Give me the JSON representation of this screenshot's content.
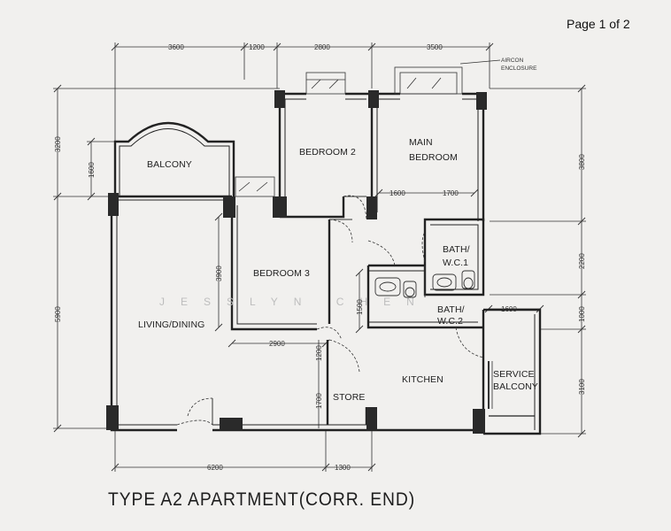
{
  "page": {
    "number": "Page 1 of 2"
  },
  "title": "TYPE  A2 APARTMENT(CORR. END)",
  "watermark": "JESSLYN CHEN",
  "aircon_note": [
    "AIRCON",
    "ENCLOSURE"
  ],
  "rooms": {
    "balcony": "BALCONY",
    "bedroom2": "BEDROOM 2",
    "main_bedroom": [
      "MAIN",
      "BEDROOM"
    ],
    "bedroom3": "BEDROOM 3",
    "living_dining": "LIVING/DINING",
    "bath1": [
      "BATH/",
      "W.C.1"
    ],
    "bath2": [
      "BATH/",
      "W.C.2"
    ],
    "store": "STORE",
    "kitchen": "KITCHEN",
    "service_balcony": [
      "SERVICE",
      "BALCONY"
    ]
  },
  "dimensions": {
    "top": [
      "3600",
      "1200",
      "2800",
      "3500"
    ],
    "left": [
      "3200",
      "1600",
      "5900"
    ],
    "right": [
      "3800",
      "2200",
      "1000",
      "3100"
    ],
    "bottom": [
      "6200",
      "1300"
    ],
    "inner": {
      "bed3_height": "3900",
      "bed3_width": "2900",
      "main_bed_a": "1600",
      "main_bed_b": "1700",
      "bath2_height": "1500",
      "service_width": "1600",
      "store_top": "1200",
      "store_height": "1700"
    }
  }
}
